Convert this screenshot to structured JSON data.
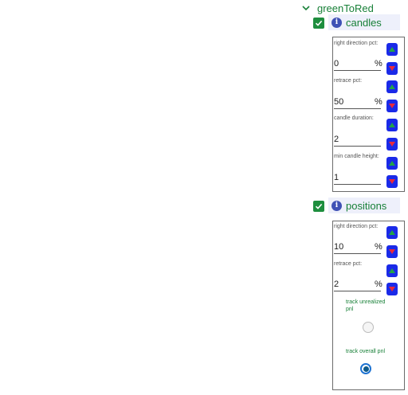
{
  "tree": {
    "title": "greenToRed"
  },
  "candles": {
    "label": "candles",
    "fields": [
      {
        "label": "right direction pct:",
        "value": "0",
        "unit": "%"
      },
      {
        "label": "retrace pct:",
        "value": "50",
        "unit": "%"
      },
      {
        "label": "candle duration:",
        "value": "2",
        "unit": ""
      },
      {
        "label": "min candle height:",
        "value": "1",
        "unit": ""
      }
    ]
  },
  "positions": {
    "label": "positions",
    "fields": [
      {
        "label": "right direction pct:",
        "value": "10",
        "unit": "%"
      },
      {
        "label": "retrace pct:",
        "value": "2",
        "unit": "%"
      }
    ],
    "track_unrealized_label": "track unrealized pnl",
    "track_overall_label": "track overall pnl",
    "track_unrealized_selected": false,
    "track_overall_selected": true
  },
  "colors": {
    "accent_green": "#188038",
    "checkbox_green": "#1e8e3e",
    "spin_blue": "#1a2ae8",
    "arrow_up_green": "#22a447",
    "arrow_down_red": "#e8293b",
    "info_blue": "#3f51b5"
  }
}
